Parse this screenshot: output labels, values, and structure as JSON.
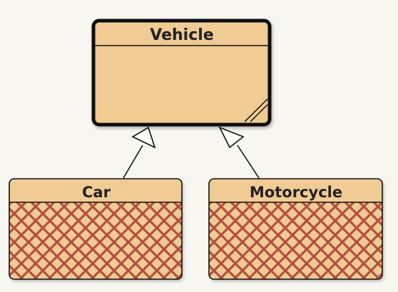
{
  "diagram": {
    "kind": "uml-class-inheritance",
    "colors": {
      "background": "#f7f6f1",
      "box_fill": "#f0cb93",
      "stroke": "#111111",
      "hatch": "#b5503e",
      "shadow": "#b8b5ad"
    },
    "classes": [
      {
        "id": "vehicle",
        "name": "Vehicle",
        "abstract_style": "bold-border-corner-marker",
        "body": "plain"
      },
      {
        "id": "car",
        "name": "Car",
        "body": "diagonal-crosshatch"
      },
      {
        "id": "motorcycle",
        "name": "Motorcycle",
        "body": "diagonal-crosshatch"
      }
    ],
    "relationships": [
      {
        "type": "generalization",
        "from": "car",
        "to": "vehicle",
        "arrowhead": "hollow-triangle"
      },
      {
        "type": "generalization",
        "from": "motorcycle",
        "to": "vehicle",
        "arrowhead": "hollow-triangle"
      }
    ]
  }
}
